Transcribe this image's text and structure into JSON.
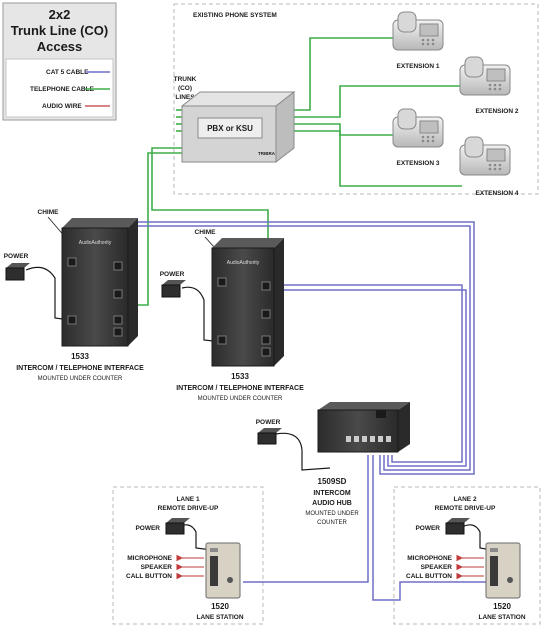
{
  "legend": {
    "title_line1": "2x2",
    "title_line2": "Trunk Line (CO)",
    "title_line3": "Access",
    "items": [
      {
        "label": "CAT 5 CABLE",
        "color": "#6f6fc6"
      },
      {
        "label": "TELEPHONE CABLE",
        "color": "#3fae4a"
      },
      {
        "label": "AUDIO WIRE",
        "color": "#c23b3b"
      }
    ]
  },
  "phone_system": {
    "label": "EXISTING PHONE SYSTEM",
    "trunk_line1": "TRUNK",
    "trunk_line2": "(CO)",
    "trunk_line3": "LINES",
    "pbx_label": "PBX or KSU",
    "pbx_brand": "TRIBRA",
    "extensions": [
      "EXTENSION 1",
      "EXTENSION 2",
      "EXTENSION 3",
      "EXTENSION 4"
    ]
  },
  "interface_1": {
    "chime": "CHIME",
    "power": "POWER",
    "model": "1533",
    "name": "INTERCOM / TELEPHONE INTERFACE",
    "mount": "MOUNTED UNDER COUNTER",
    "brand": "AudioAuthority"
  },
  "interface_2": {
    "chime": "CHIME",
    "power": "POWER",
    "model": "1533",
    "name": "INTERCOM / TELEPHONE INTERFACE",
    "mount": "MOUNTED UNDER COUNTER",
    "brand": "AudioAuthority"
  },
  "hub": {
    "power": "POWER",
    "model": "1509SD",
    "name1": "INTERCOM",
    "name2": "AUDIO HUB",
    "mount1": "MOUNTED UNDER",
    "mount2": "COUNTER"
  },
  "lane1": {
    "title1": "LANE 1",
    "title2": "REMOTE DRIVE-UP",
    "power": "POWER",
    "microphone": "MICROPHONE",
    "speaker": "SPEAKER",
    "call_button": "CALL BUTTON",
    "model": "1520",
    "name": "LANE STATION"
  },
  "lane2": {
    "title1": "LANE 2",
    "title2": "REMOTE DRIVE-UP",
    "power": "POWER",
    "microphone": "MICROPHONE",
    "speaker": "SPEAKER",
    "call_button": "CALL BUTTON",
    "model": "1520",
    "name": "LANE STATION"
  },
  "colors": {
    "cat5": "#6f6fc6",
    "telephone": "#3fae4a",
    "audio": "#c23b3b",
    "model_red": "#b22222",
    "device_dark": "#3a3a3a"
  }
}
